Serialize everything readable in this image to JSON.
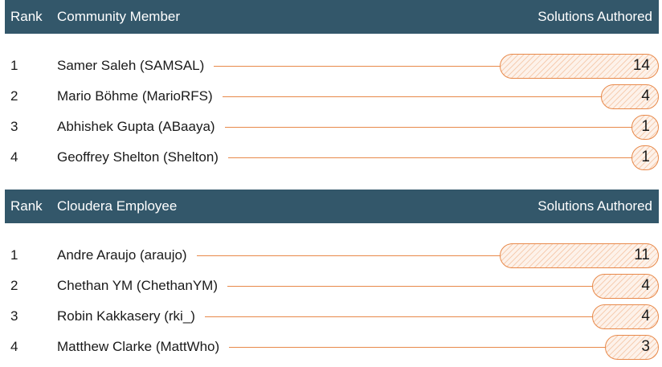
{
  "colors": {
    "header_bg": "#33576a",
    "accent": "#e8894a"
  },
  "community": {
    "header": {
      "rank": "Rank",
      "member": "Community Member",
      "solutions": "Solutions Authored"
    },
    "max": 14,
    "rows": [
      {
        "rank": "1",
        "name": "Samer Saleh (SAMSAL)",
        "solutions": 14
      },
      {
        "rank": "2",
        "name": "Mario Böhme (MarioRFS)",
        "solutions": 4
      },
      {
        "rank": "3",
        "name": "Abhishek Gupta (ABaaya)",
        "solutions": 1
      },
      {
        "rank": "4",
        "name": "Geoffrey Shelton (Shelton)",
        "solutions": 1
      }
    ]
  },
  "employee": {
    "header": {
      "rank": "Rank",
      "member": "Cloudera Employee",
      "solutions": "Solutions Authored"
    },
    "max": 11,
    "rows": [
      {
        "rank": "1",
        "name": "Andre Araujo (araujo)",
        "solutions": 11
      },
      {
        "rank": "2",
        "name": "Chethan YM (ChethanYM)",
        "solutions": 4
      },
      {
        "rank": "3",
        "name": "Robin Kakkasery (rki_)",
        "solutions": 4
      },
      {
        "rank": "4",
        "name": "Matthew Clarke (MattWho)",
        "solutions": 3
      }
    ]
  }
}
